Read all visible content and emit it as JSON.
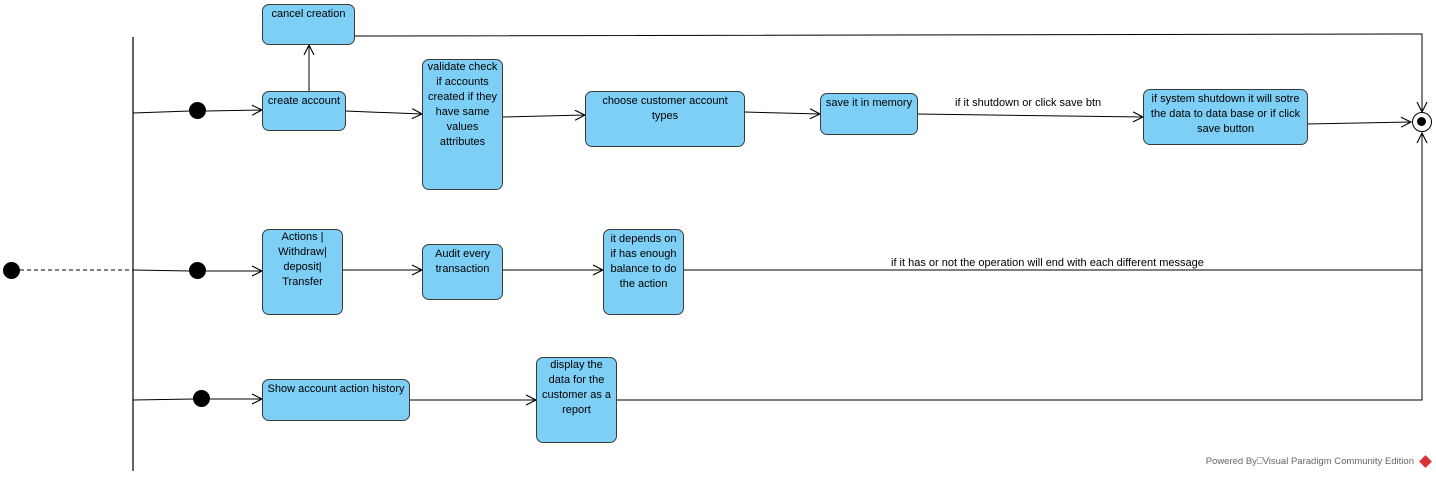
{
  "nodes": {
    "cancel_creation": "cancel creation",
    "create_account": "create account",
    "validate": "validate check if accounts created if they have same values attributes",
    "choose_types": "choose customer account types",
    "save_memory": "save it in memory",
    "system_shutdown": "if system shutdown it will sotre the data to data base or if click save button",
    "actions": "Actions | Withdraw| deposit| Transfer",
    "audit": "Audit every transaction",
    "depends": "it depends on if has enough balance to do the action",
    "show_history": "Show account action history",
    "display_report": "display the data for the customer as a report"
  },
  "edges": {
    "shutdown_or_save": "if it shutdown or click save btn",
    "operation_end": "if it has or not the operation will end with each different message"
  },
  "watermark": {
    "text": "Powered By⎕Visual Paradigm Community Edition"
  },
  "colors": {
    "node_fill": "#7ecff5",
    "line": "#000000"
  }
}
